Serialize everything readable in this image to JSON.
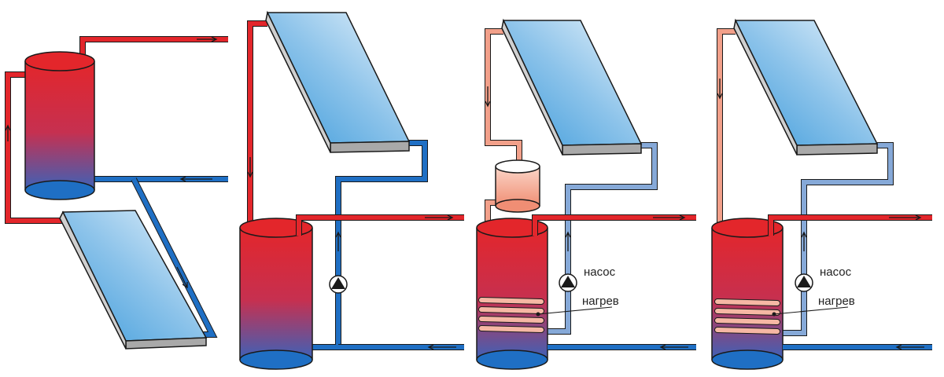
{
  "colors": {
    "hot": "#e3262b",
    "cold": "#1f6fc4",
    "warm": "#f2a08a",
    "cool": "#86a9d8",
    "tank_bottom": "#1f6fc4",
    "collector_glass_light": "#dceefa",
    "collector_glass_dark": "#4aa3dc",
    "collector_frame": "#a9a9a9",
    "outline": "#1a1a1a"
  },
  "diagrams": [
    {
      "id": "thermosiphon-tank-above",
      "components": [
        "tank",
        "collector",
        "hot-outlet",
        "cold-inlet"
      ]
    },
    {
      "id": "direct-pump-loop",
      "components": [
        "collector",
        "tank",
        "pump",
        "hot-outlet",
        "cold-inlet"
      ]
    },
    {
      "id": "indirect-with-expansion-vessel",
      "components": [
        "collector",
        "expansion-vessel",
        "tank",
        "heat-exchanger-coil",
        "pump",
        "hot-outlet",
        "cold-inlet"
      ]
    },
    {
      "id": "indirect-closed-loop",
      "components": [
        "collector",
        "tank",
        "heat-exchanger-coil",
        "pump",
        "hot-outlet",
        "cold-inlet"
      ]
    }
  ],
  "labels": {
    "pump": "насос",
    "heating": "нагрев"
  },
  "icons": {
    "flow_arrow": "arrow-icon",
    "pump": "pump-icon"
  }
}
